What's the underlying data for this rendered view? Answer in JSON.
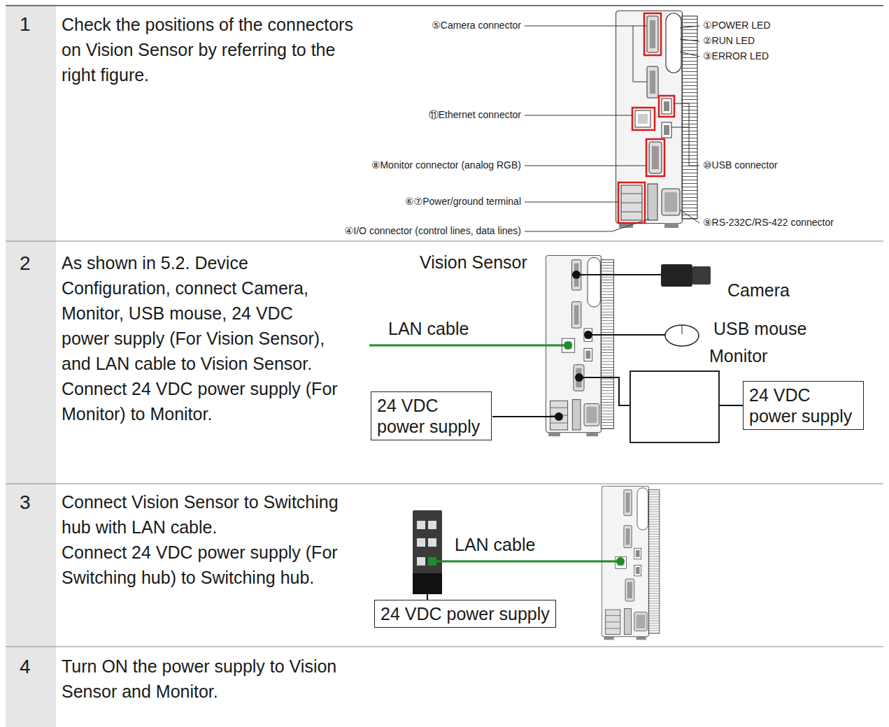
{
  "diagram": {
    "nodes": [
      {
        "text": [
          "24 VDC power supply"
        ]
      },
      {
        "text": [
          "Monitor"
        ]
      },
      {
        "text": [
          "24 VDC power supply"
        ]
      },
      {
        "text": [
          "24 VDC power supply"
        ]
      }
    ],
    "edges": [
      {
        "from": 1,
        "to": 2,
        "arrow": "none"
      }
    ],
    "labels": [
      "1",
      "Check the positions of the connectors on Vision Sensor by referring to the right figure.",
      "⑤Camera connector",
      "①POWER LED",
      "②RUN LED",
      "③ERROR LED",
      "⑪Ethernet connector",
      "⑩USB connector",
      "⑧Monitor connector (analog RGB)",
      "⑥⑦Power/ground terminal",
      "⑨RS-232C/RS-422 connector",
      "④I/O connector (control lines, data lines)",
      "2",
      "As shown in 5.2. Device Configuration, connect Camera, Monitor, USB mouse, 24 VDC power supply (For Vision Sensor), and LAN cable to Vision Sensor.",
      "Connect 24 VDC power supply (For Monitor) to Monitor.",
      "Vision Sensor",
      "Camera",
      "LAN cable",
      "USB mouse",
      "3",
      "Connect Vision Sensor to Switching hub with LAN cable.",
      "Connect 24 VDC power supply (For Switching hub) to Switching hub.",
      "LAN cable",
      "4",
      "Turn ON the power supply to Vision Sensor and Monitor."
    ]
  }
}
